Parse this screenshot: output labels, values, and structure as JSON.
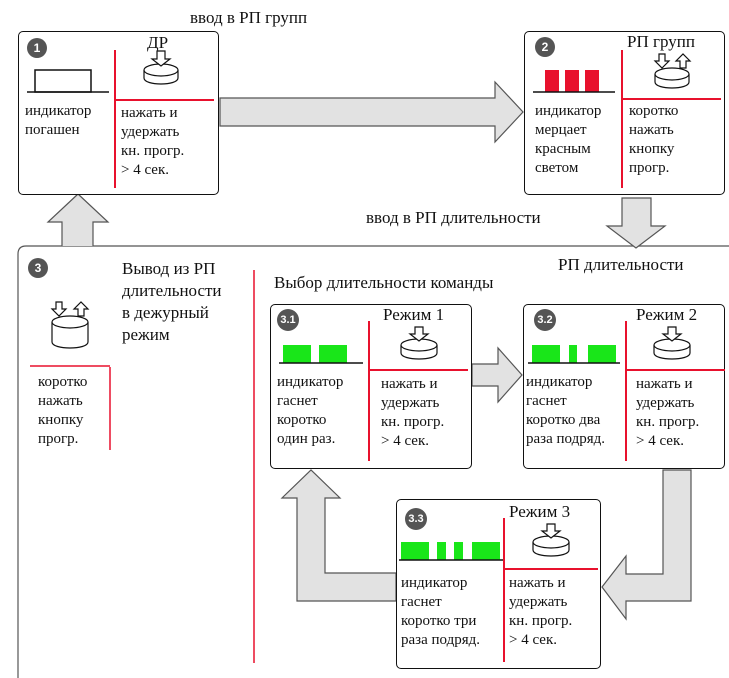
{
  "labels": {
    "top_arrow": "ввод в РП групп",
    "mid_arrow": "ввод в РП длительности",
    "rp_duration": "РП длительности",
    "choose_duration": "Выбор длительности команды"
  },
  "box1": {
    "num": "1",
    "button_title": "ДР",
    "left_text": "индикатор\nпогашен",
    "right_text": "нажать и\nудержать\nкн. прогр.\n> 4 сек."
  },
  "box2": {
    "num": "2",
    "button_title": "РП групп",
    "left_text": "индикатор\nмерцает\nкрасным\nсветом",
    "right_text": "коротко\nнажать\nкнопку\nпрогр."
  },
  "box3": {
    "num": "3",
    "title": "Вывод из РП\nдлительности\nв дежурный\nрежим",
    "text": "коротко\nнажать\nкнопку\nпрогр."
  },
  "mode1": {
    "num": "3.1",
    "title": "Режим 1",
    "left_text": "индикатор\nгаснет\nкоротко\nодин раз.",
    "right_text": "нажать и\nудержать\nкн. прогр.\n> 4 сек."
  },
  "mode2": {
    "num": "3.2",
    "title": "Режим 2",
    "left_text": "индикатор\nгаснет\nкоротко два\nраза подряд.",
    "right_text": "нажать и\nудержать\nкн. прогр.\n> 4 сек."
  },
  "mode3": {
    "num": "3.3",
    "title": "Режим 3",
    "left_text": "индикатор\nгаснет\nкоротко три\nраза подряд.",
    "right_text": "нажать и\nудержать\nкн. прогр.\n> 4 сек."
  },
  "colors": {
    "indicator_red": "#e8112d",
    "indicator_green": "#19e619",
    "arrow_fill": "#e2e2e2",
    "divider_red": "#e8112d"
  }
}
